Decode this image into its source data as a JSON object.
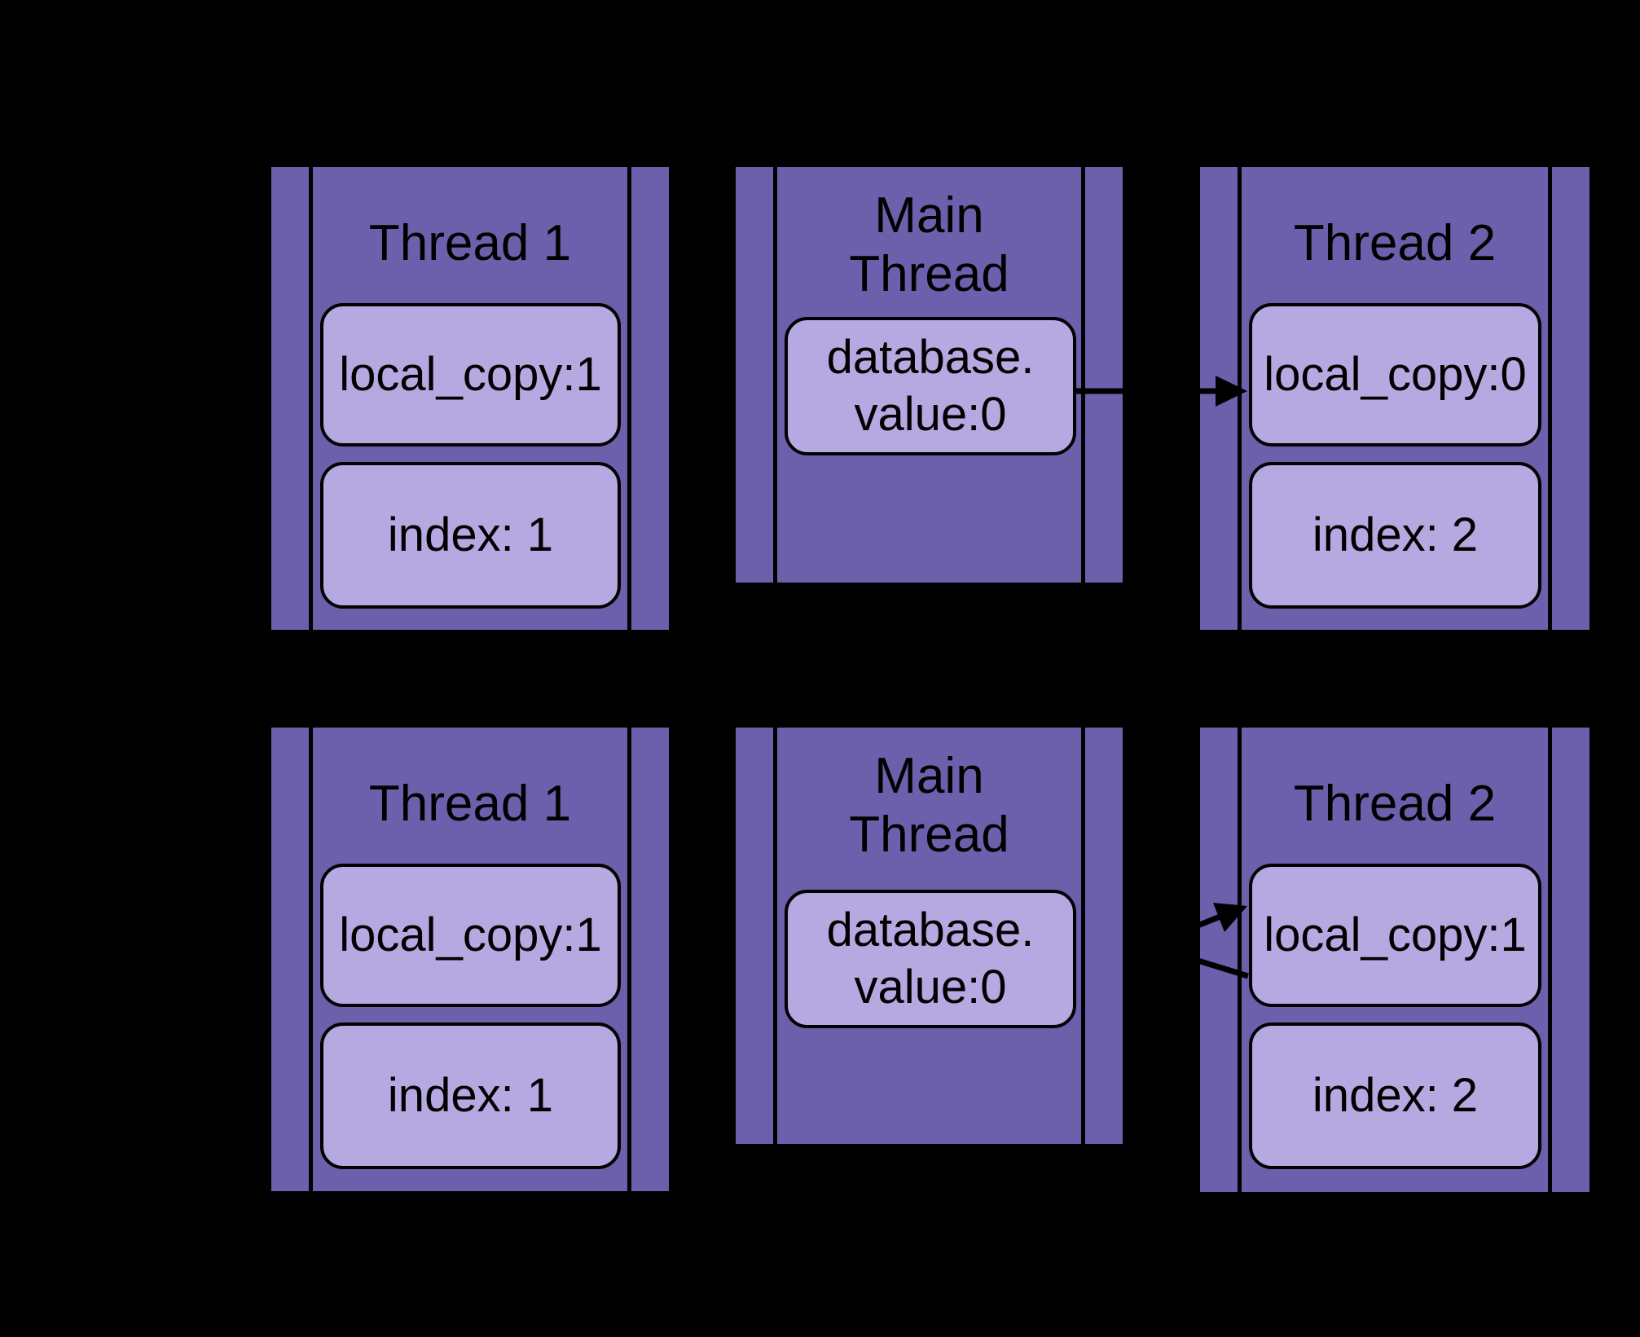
{
  "colors": {
    "background": "#000000",
    "panel_purple": "#6c60ac",
    "box_purple": "#b6a8e0",
    "line_black": "#000000"
  },
  "panels": {
    "r1_thread1": {
      "title": "Thread 1",
      "box1": "local_copy:1",
      "box2": "index: 1"
    },
    "r1_main": {
      "title_line1": "Main",
      "title_line2": "Thread",
      "box1_line1": "database.",
      "box1_line2": "value:0"
    },
    "r1_thread2": {
      "title": "Thread 2",
      "box1": "local_copy:0",
      "box2": "index: 2"
    },
    "r2_thread1": {
      "title": "Thread 1",
      "box1": "local_copy:1",
      "box2": "index: 1"
    },
    "r2_main": {
      "title_line1": "Main",
      "title_line2": "Thread",
      "box1_line1": "database.",
      "box1_line2": "value:0"
    },
    "r2_thread2": {
      "title": "Thread 2",
      "box1": "local_copy:1",
      "box2": "index: 2"
    }
  },
  "arrows": [
    {
      "row": 1,
      "description": "horizontal arrow from database.value:0 box pointing into local_copy:0 box"
    },
    {
      "row": 2,
      "description": "angled arrow segment pointing into top-left of local_copy:1 box"
    },
    {
      "row": 2,
      "description": "angled line segment leaving lower-left of local_copy:1 box"
    }
  ]
}
